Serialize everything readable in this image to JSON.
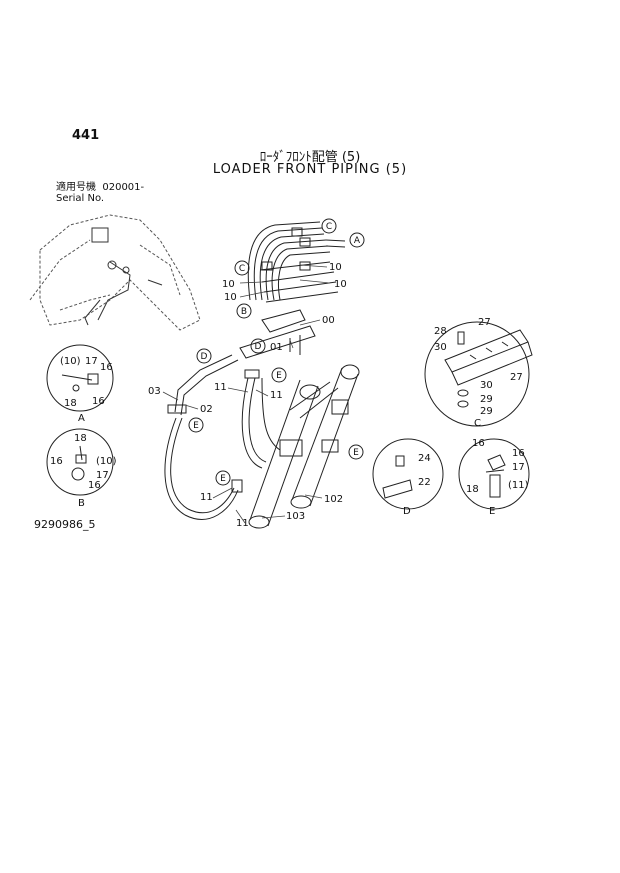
{
  "page": {
    "number": "441",
    "title_jp": "ﾛｰﾀﾞﾌﾛﾝﾄ配管 (5)",
    "title_en": "LOADER FRONT PIPING (5)",
    "serial_label_jp": "適用号機",
    "serial_value": "020001-",
    "serial_label_en": "Serial No.",
    "document_number": "9290986_5"
  },
  "main_labels": {
    "n10a": "10",
    "n10b": "10",
    "n10c": "10",
    "n10d": "10",
    "n00": "00",
    "n01": "01",
    "n03": "03",
    "n02": "02",
    "n11a": "11",
    "n11b": "11",
    "n11c": "11",
    "n11d": "11",
    "n102": "102",
    "n103": "103"
  },
  "callouts": {
    "c_top": "C",
    "a_top": "A",
    "c_mid": "C",
    "b_mid": "B",
    "d_mid": "D",
    "d_left": "D",
    "e1": "E",
    "e2": "E",
    "e3": "E",
    "e4": "E"
  },
  "detail_a": {
    "caption": "A",
    "l1": "(10)",
    "l2": "17",
    "l3": "16",
    "l4": "18",
    "l5": "16"
  },
  "detail_b": {
    "caption": "B",
    "l1": "18",
    "l2": "16",
    "l3": "17",
    "l4": "(10)",
    "l5": "16"
  },
  "detail_c": {
    "caption": "C",
    "l1": "28",
    "l2": "27",
    "l3": "30",
    "l4": "27",
    "l5": "30",
    "l6": "29",
    "l7": "29"
  },
  "detail_d": {
    "caption": "D",
    "l1": "24",
    "l2": "22"
  },
  "detail_e": {
    "caption": "E",
    "l1": "16",
    "l2": "16",
    "l3": "17",
    "l4": "18",
    "l5": "(11)"
  }
}
